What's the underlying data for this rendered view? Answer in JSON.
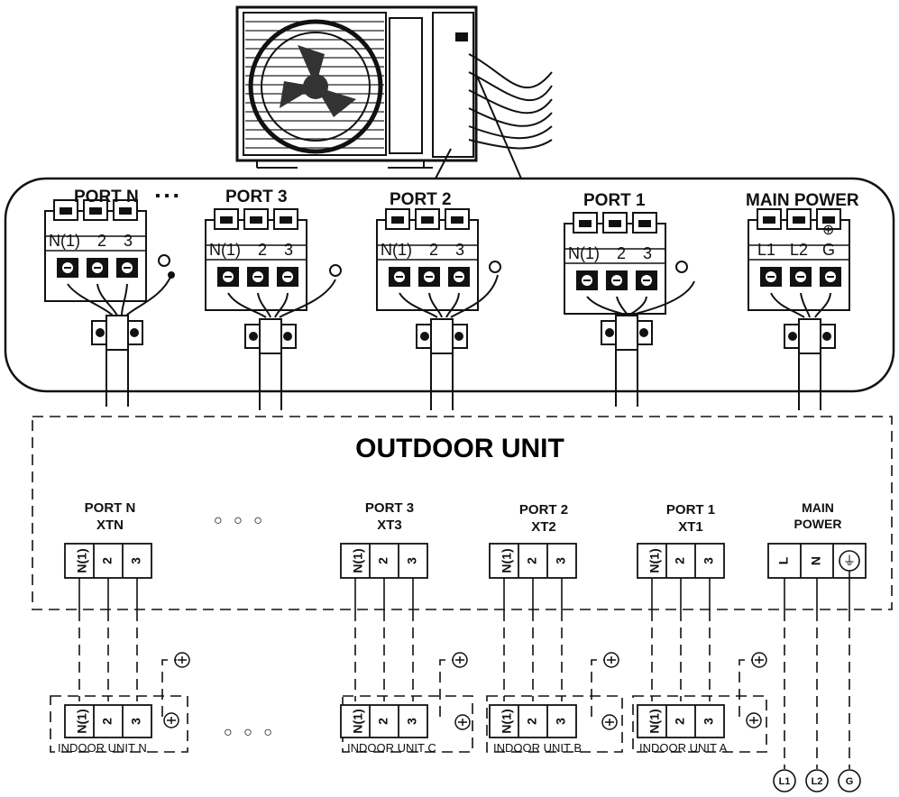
{
  "top_panel": {
    "port_n_label": "PORT N",
    "dots": "▪ ▪ ▪",
    "port3_label": "PORT 3",
    "port2_label": "PORT 2",
    "port1_label": "PORT 1",
    "main_power_label": "MAIN POWER",
    "terminal_labels": [
      "N(1)",
      "2",
      "3"
    ],
    "main_terminal_labels": [
      "L1",
      "L2",
      "G"
    ],
    "ground_symbol": "⊕"
  },
  "schematic": {
    "title": "OUTDOOR UNIT",
    "ports": [
      {
        "name": "PORT N",
        "code": "XTN",
        "indoor": "INDOOR UNIT N"
      },
      {
        "name": "PORT 3",
        "code": "XT3",
        "indoor": "INDOOR UNIT C"
      },
      {
        "name": "PORT 2",
        "code": "XT2",
        "indoor": "INDOOR UNIT B"
      },
      {
        "name": "PORT 1",
        "code": "XT1",
        "indoor": "INDOOR UNIT A"
      }
    ],
    "terminal_labels": [
      "N(1)",
      "2",
      "3"
    ],
    "main_power": {
      "line1": "MAIN",
      "line2": "POWER",
      "terminals": [
        "L",
        "N",
        "⏚"
      ]
    },
    "supply": [
      "L1",
      "L2",
      "G"
    ],
    "ellipsis": "○ ○ ○"
  }
}
